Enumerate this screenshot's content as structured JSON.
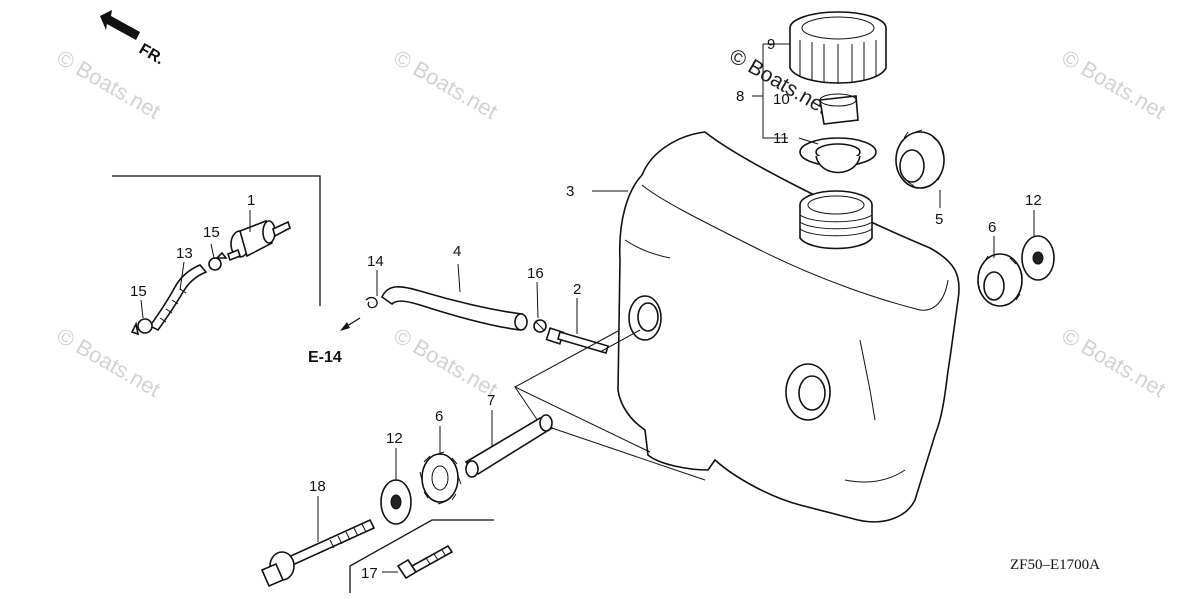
{
  "direction_label": "FR.",
  "reference_label": "E-14",
  "diagram_code": "ZF50–E1700A",
  "watermark": "© Boats.net",
  "callouts": [
    "1",
    "2",
    "3",
    "4",
    "5",
    "6",
    "6",
    "7",
    "8",
    "9",
    "10",
    "11",
    "12",
    "12",
    "13",
    "14",
    "15",
    "15",
    "16",
    "17",
    "18"
  ]
}
